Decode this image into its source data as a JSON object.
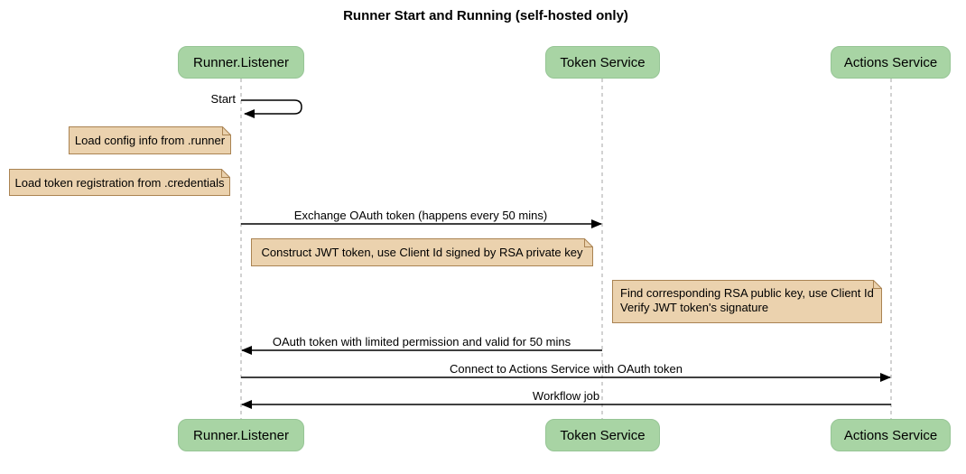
{
  "title": "Runner Start and Running (self-hosted only)",
  "actors": {
    "runner": "Runner.Listener",
    "token": "Token Service",
    "actions": "Actions Service"
  },
  "messages": {
    "start": "Start",
    "exchange": "Exchange OAuth token (happens every 50 mins)",
    "oauth_return": "OAuth token with limited permission and valid for 50 mins",
    "connect": "Connect to Actions Service with OAuth token",
    "workflow": "Workflow job"
  },
  "notes": {
    "load_config": "Load config info from .runner",
    "load_credentials": "Load token registration from .credentials",
    "construct_jwt": "Construct JWT token, use Client Id signed by RSA private key",
    "verify_line1": "Find corresponding RSA public key, use Client Id",
    "verify_line2": "Verify JWT token's signature"
  },
  "colors": {
    "actor_fill": "#A8D4A4",
    "actor_border": "#96c595",
    "note_fill": "#EBD2AE",
    "note_border": "#AA8352",
    "lifeline": "#a6a6a6",
    "arrow": "#000000"
  }
}
